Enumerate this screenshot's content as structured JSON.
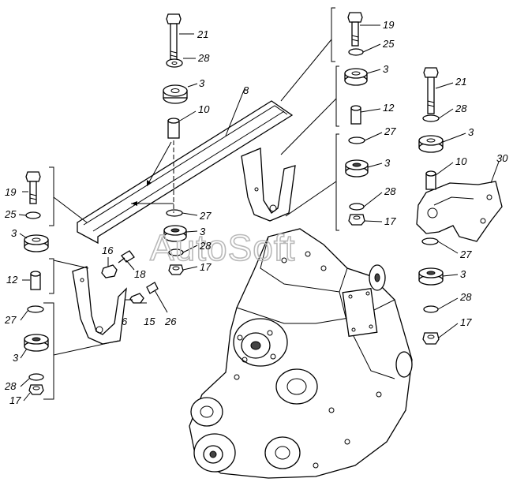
{
  "watermark": "AutoSoft",
  "labels": {
    "l21a": "21",
    "l28a": "28",
    "l3a": "3",
    "l10a": "10",
    "l8": "8",
    "l19a": "19",
    "l25a": "25",
    "l3b": "3",
    "l12a": "12",
    "l27a": "27",
    "l3c": "3",
    "l28b": "28",
    "l17a": "17",
    "l21b": "21",
    "l28c": "28",
    "l3d": "3",
    "l10b": "10",
    "l30": "30",
    "l27b": "27",
    "l3e": "3",
    "l28d": "28",
    "l17b": "17",
    "l19b": "19",
    "l25b": "25",
    "l3f": "3",
    "l12b": "12",
    "l27c": "27",
    "l3g": "3",
    "l28e": "28",
    "l17c": "17",
    "l16": "16",
    "l18": "18",
    "l6": "6",
    "l15": "15",
    "l26": "26",
    "l27d": "27",
    "l3h": "3",
    "l28f": "28",
    "l17d": "17"
  }
}
